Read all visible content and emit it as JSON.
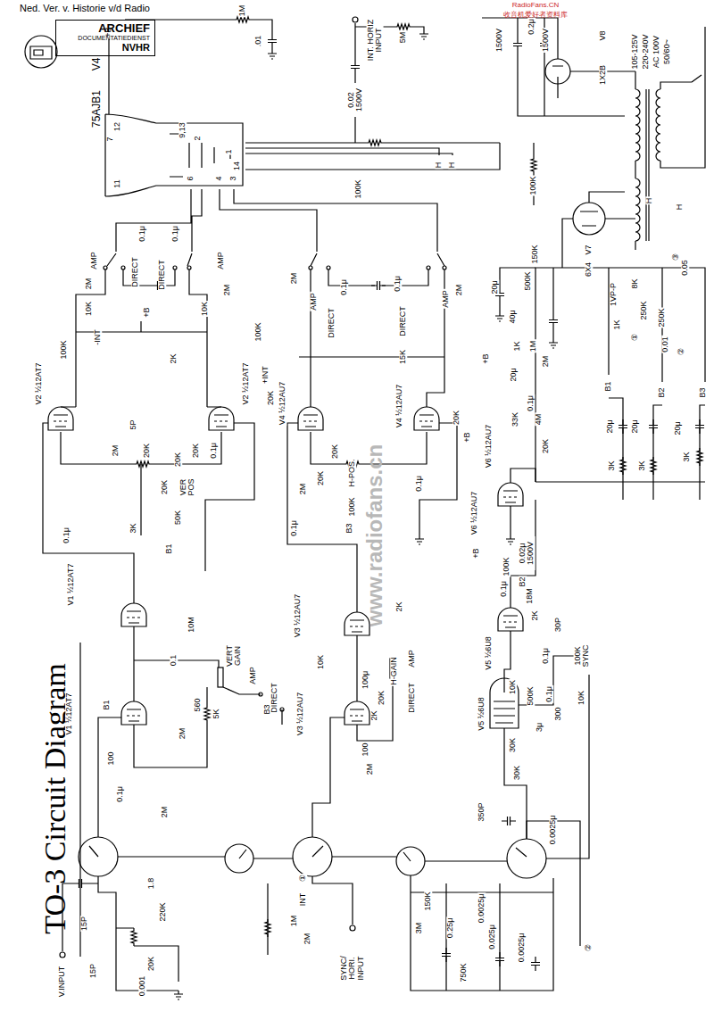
{
  "diagram": {
    "title": "TO-3 Circuit Diagram",
    "nodes": [
      {
        "text": [
          "ARCHIEF",
          "DOCUMENTATIEDIENST",
          "NVHR"
        ]
      }
    ],
    "labels": [
      "Ned. Ver. v. Historie v/d Radio",
      "RadioFans.CN",
      "收音机爱好者资料库",
      "www.radiofans.cn",
      "V4",
      "75AJB1",
      "+B",
      "1M",
      ".01",
      "12",
      "7",
      "11",
      "9,13",
      "2",
      "1",
      "14",
      "6",
      "4",
      "3",
      "INT. HORIZ INPUT",
      "0.02 1500V",
      "5M",
      "100K",
      "H",
      "H",
      "1500V",
      "0.2μ",
      "1500V",
      "100K",
      "V8",
      "1X2B",
      "105-125V",
      "220-240V",
      "AC 100V",
      "50/60~",
      "V7",
      "6X4",
      "150K",
      "H",
      "H",
      "1VP-P",
      "8K",
      "250K",
      "1K",
      "250K",
      "0.05",
      "0.01",
      "①",
      "②",
      "③",
      "20μ",
      "500K",
      "40μ",
      "1K",
      "1M",
      "2M",
      "20μ",
      "+B",
      "B1",
      "B2",
      "B3",
      "33K",
      "0.1μ",
      "4M",
      "20K",
      "V6 ½12AU7",
      "20μ",
      "20μ",
      "20μ",
      "3K",
      "3K",
      "3K",
      "V6 ½12AU7",
      "+B",
      "100K",
      "0.02μ 1500V",
      "18M",
      "0.1μ",
      "B2",
      "2K",
      "30P",
      "V5 ½6U8",
      "0.1μ",
      "100K SYNC",
      "10K",
      "10K",
      "500K",
      "0.1μ",
      "V5 ½6U8",
      "30K",
      "30K",
      "300",
      "3μ",
      "V4 ½12AU7",
      "V4 ½12AU7",
      "15K",
      "+INT",
      "20K",
      "20K",
      "+B",
      "20K",
      "20K",
      "H-POS.",
      "2M",
      "100K",
      "B3",
      "0.1μ",
      "0.1μ",
      "V3 ½12AU7",
      "V3 ½12AU7",
      "10K",
      "2K",
      "H-GAIN",
      "20K",
      "2K",
      "100μ",
      "AMP",
      "DIRECT",
      "100",
      "2M",
      "B3",
      "V2 ½12AT7",
      "V2 ½12AT7",
      "100K",
      "2K",
      "100K",
      "-INT",
      "10K",
      "10K",
      "+B",
      "2M",
      "2M",
      "AMP",
      "DIRECT",
      "DIRECT",
      "AMP",
      "0.1μ",
      "0.1μ",
      "2M",
      "AMP",
      "DIRECT",
      "0.1μ",
      "0.1μ",
      "DIRECT",
      "AMP",
      "2M",
      "5P",
      "2M",
      "20K",
      "20K",
      "20K",
      "0.1μ",
      "VER POS",
      "20K",
      "50K",
      "3K",
      "0.1μ",
      "B1",
      "V1 ½12AT7",
      "10M",
      "0.1",
      "VERT GAIN",
      "AMP",
      "DIRECT",
      "V1 ½12AT7",
      "B1",
      "560",
      "5K",
      "100",
      "2M",
      "0.1μ",
      "2M",
      "V.INPUT",
      "15P",
      "1.8",
      "220K",
      "20K",
      "0.001",
      "15P",
      "INT",
      "①",
      "1M",
      "2M",
      "SYNC/ HORI. INPUT",
      "150K",
      "3M",
      "0.25μ",
      "750K",
      "0.0025μ",
      "0.025μ",
      "0.0025μ",
      "350P",
      "0.0025μ",
      "②"
    ]
  }
}
